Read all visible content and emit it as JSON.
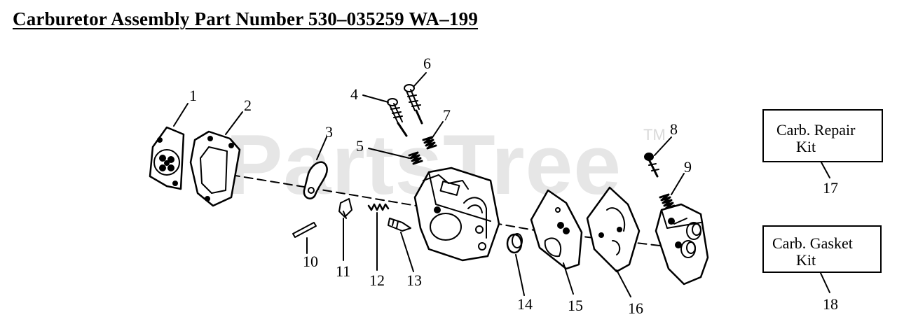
{
  "title": "Carburetor Assembly Part Number 530–035259 WA–199",
  "watermark": "PartsTree",
  "trademark": "TM",
  "callouts": {
    "c1": "1",
    "c2": "2",
    "c3": "3",
    "c4": "4",
    "c5": "5",
    "c6": "6",
    "c7": "7",
    "c8": "8",
    "c9": "9",
    "c10": "10",
    "c11": "11",
    "c12": "12",
    "c13": "13",
    "c14": "14",
    "c15": "15",
    "c16": "16",
    "c17": "17",
    "c18": "18"
  },
  "kits": {
    "repair": {
      "line1": "Carb. Repair",
      "line2": "Kit"
    },
    "gasket": {
      "line1": "Carb. Gasket",
      "line2": "Kit"
    }
  }
}
